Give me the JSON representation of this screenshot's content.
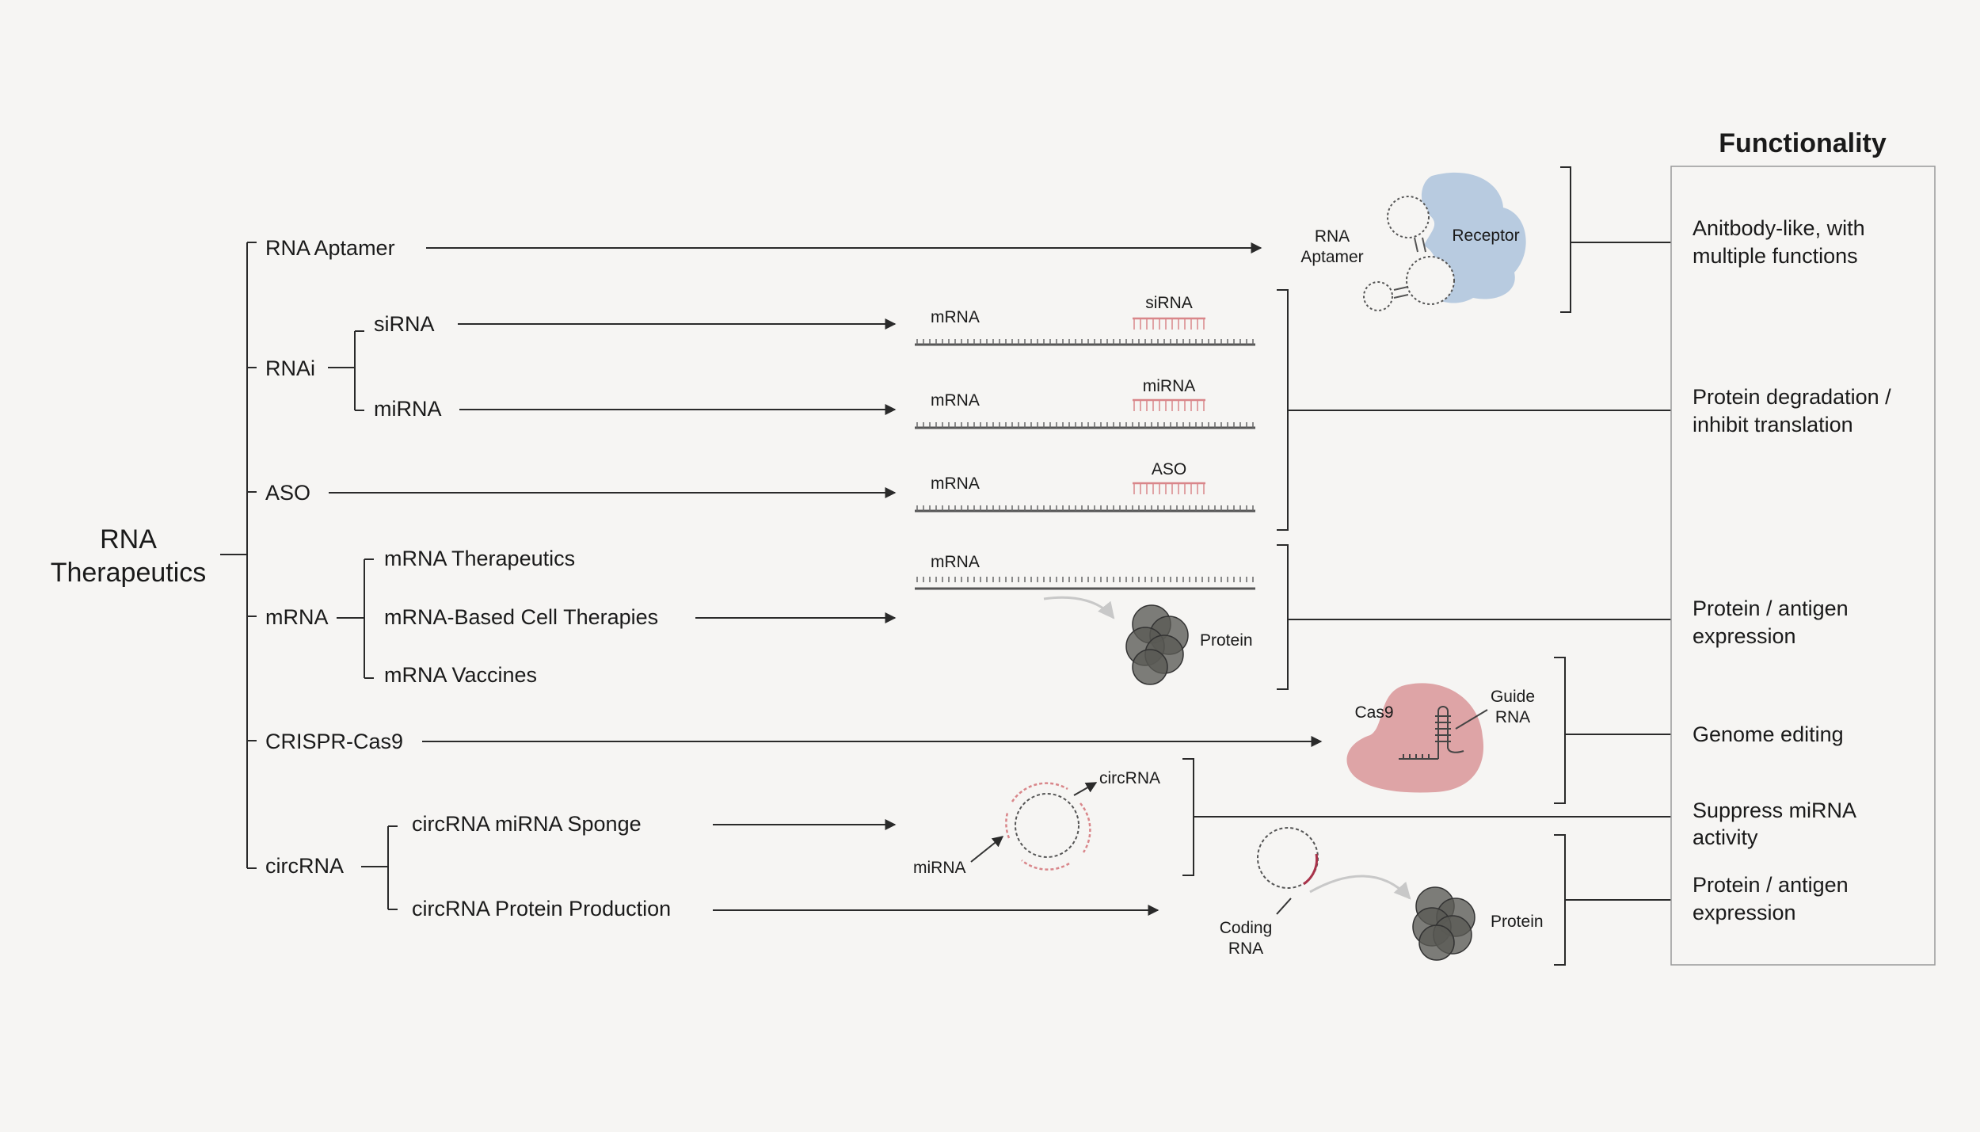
{
  "root": {
    "line1": "RNA",
    "line2": "Therapeutics"
  },
  "categories": {
    "aptamer": "RNA Aptamer",
    "rnai": "RNAi",
    "aso": "ASO",
    "mrna": "mRNA",
    "crispr": "CRISPR-Cas9",
    "circrna": "circRNA"
  },
  "subtypes": {
    "sirna": "siRNA",
    "mirna": "miRNA",
    "mrna_therapeutics": "mRNA Therapeutics",
    "mrna_cell": "mRNA-Based Cell Therapies",
    "mrna_vaccines": "mRNA Vaccines",
    "circ_sponge": "circRNA miRNA Sponge",
    "circ_protein": "circRNA Protein Production"
  },
  "illustrations": {
    "aptamer_l1": "RNA",
    "aptamer_l2": "Aptamer",
    "receptor": "Receptor",
    "mrna": "mRNA",
    "sirna": "siRNA",
    "mirna": "miRNA",
    "aso": "ASO",
    "protein": "Protein",
    "cas9": "Cas9",
    "guide_l1": "Guide",
    "guide_l2": "RNA",
    "circrna": "circRNA",
    "coding_l1": "Coding",
    "coding_l2": "RNA"
  },
  "functionality": {
    "title": "Functionality",
    "items": [
      {
        "l1": "Anitbody-like, with",
        "l2": "multiple functions"
      },
      {
        "l1": "Protein degradation /",
        "l2": "inhibit translation"
      },
      {
        "l1": "Protein / antigen",
        "l2": "expression"
      },
      {
        "l1": "Genome editing",
        "l2": ""
      },
      {
        "l1": "Suppress miRNA",
        "l2": "activity"
      },
      {
        "l1": "Protein / antigen",
        "l2": "expression"
      }
    ]
  },
  "colors": {
    "line": "#2a2a2a",
    "accent_red": "#d9868a",
    "receptor_blue": "#b8cbe0",
    "cas9_pink": "#dea4a6",
    "protein_gray": "#5a5a55",
    "background": "#f6f5f3"
  }
}
